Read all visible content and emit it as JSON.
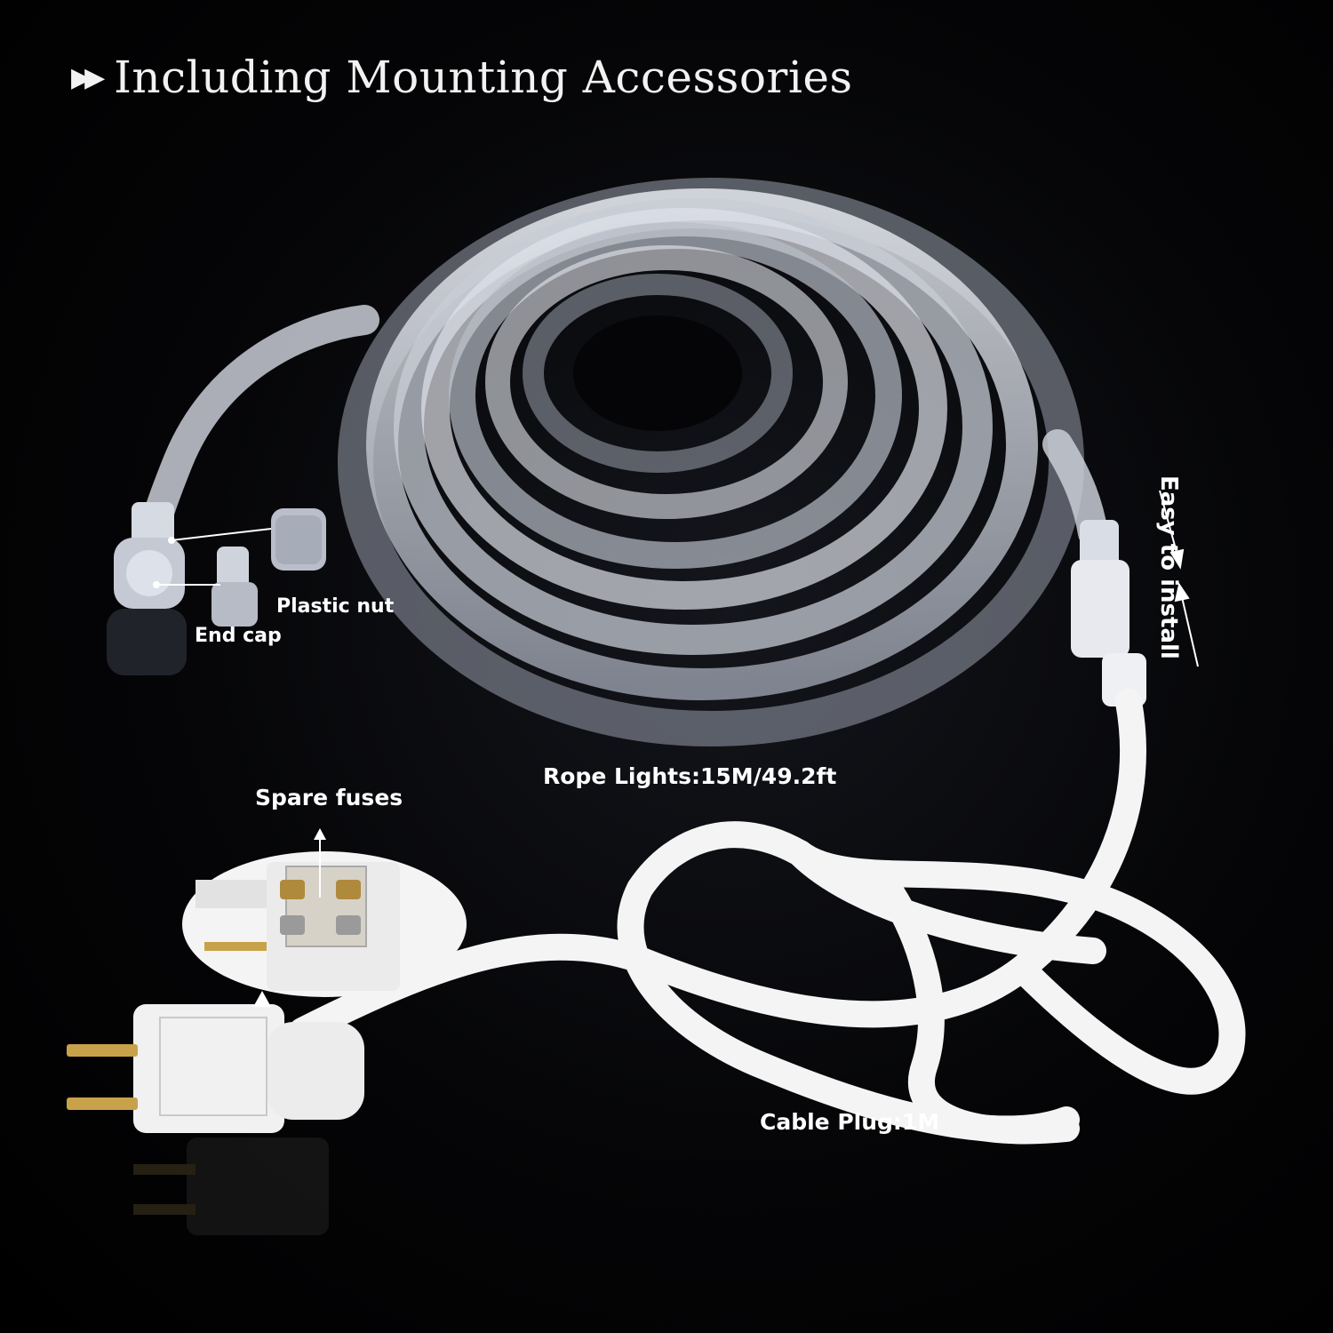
{
  "title": "Including Mounting Accessories",
  "labels": {
    "plastic_nut": "Plastic nut",
    "end_cap": "End cap",
    "easy_install": "Easy to install",
    "rope_lights": "Rope Lights:15M/49.2ft",
    "spare_fuses": "Spare fuses",
    "cable_plug": "Cable Plug:1M"
  },
  "colors": {
    "background": "#000000",
    "text": "#ffffff",
    "rope": "#d9dde6",
    "cable": "#f4f4f4"
  },
  "icons": [
    "fast-forward-icon",
    "arrow-up-icon",
    "arrow-down-icon"
  ]
}
